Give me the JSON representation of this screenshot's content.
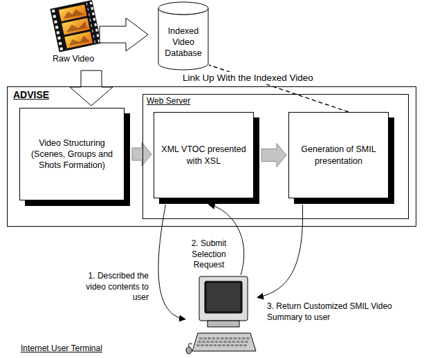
{
  "diagram": {
    "nodes": [
      {
        "text": [
          "ADVISE"
        ]
      },
      {
        "text": [
          "Video Structuring (Scenes, Groups and Shots Formation)"
        ],
        "in": 0
      },
      {
        "text": [
          "Web Server"
        ],
        "in": 0
      },
      {
        "text": [
          "XML VTOC presented with XSL"
        ],
        "in": 2
      },
      {
        "text": [
          "Generation of SMIL presentation"
        ],
        "in": 2
      },
      {
        "text": [
          "Indexed Video Database"
        ]
      },
      {
        "text": [
          "Internet User Terminal"
        ]
      }
    ],
    "edges": [
      {
        "from": 3,
        "to": 6,
        "label": "1. Described the video contents to user",
        "arrow": "to"
      },
      {
        "from": 6,
        "to": 3,
        "label": "2. Submit Selection Request",
        "arrow": "to"
      },
      {
        "from": 4,
        "to": 6,
        "label": "3. Return Customized SMIL Video Summary to user",
        "arrow": "to"
      },
      {
        "from": 4,
        "to": 5,
        "label": "Link Up With the Indexed Video",
        "arrow": "none"
      },
      {
        "from": 1,
        "to": 3,
        "arrow": "to"
      },
      {
        "from": 3,
        "to": 4,
        "arrow": "to"
      }
    ],
    "labels": [
      "Raw Video"
    ]
  }
}
